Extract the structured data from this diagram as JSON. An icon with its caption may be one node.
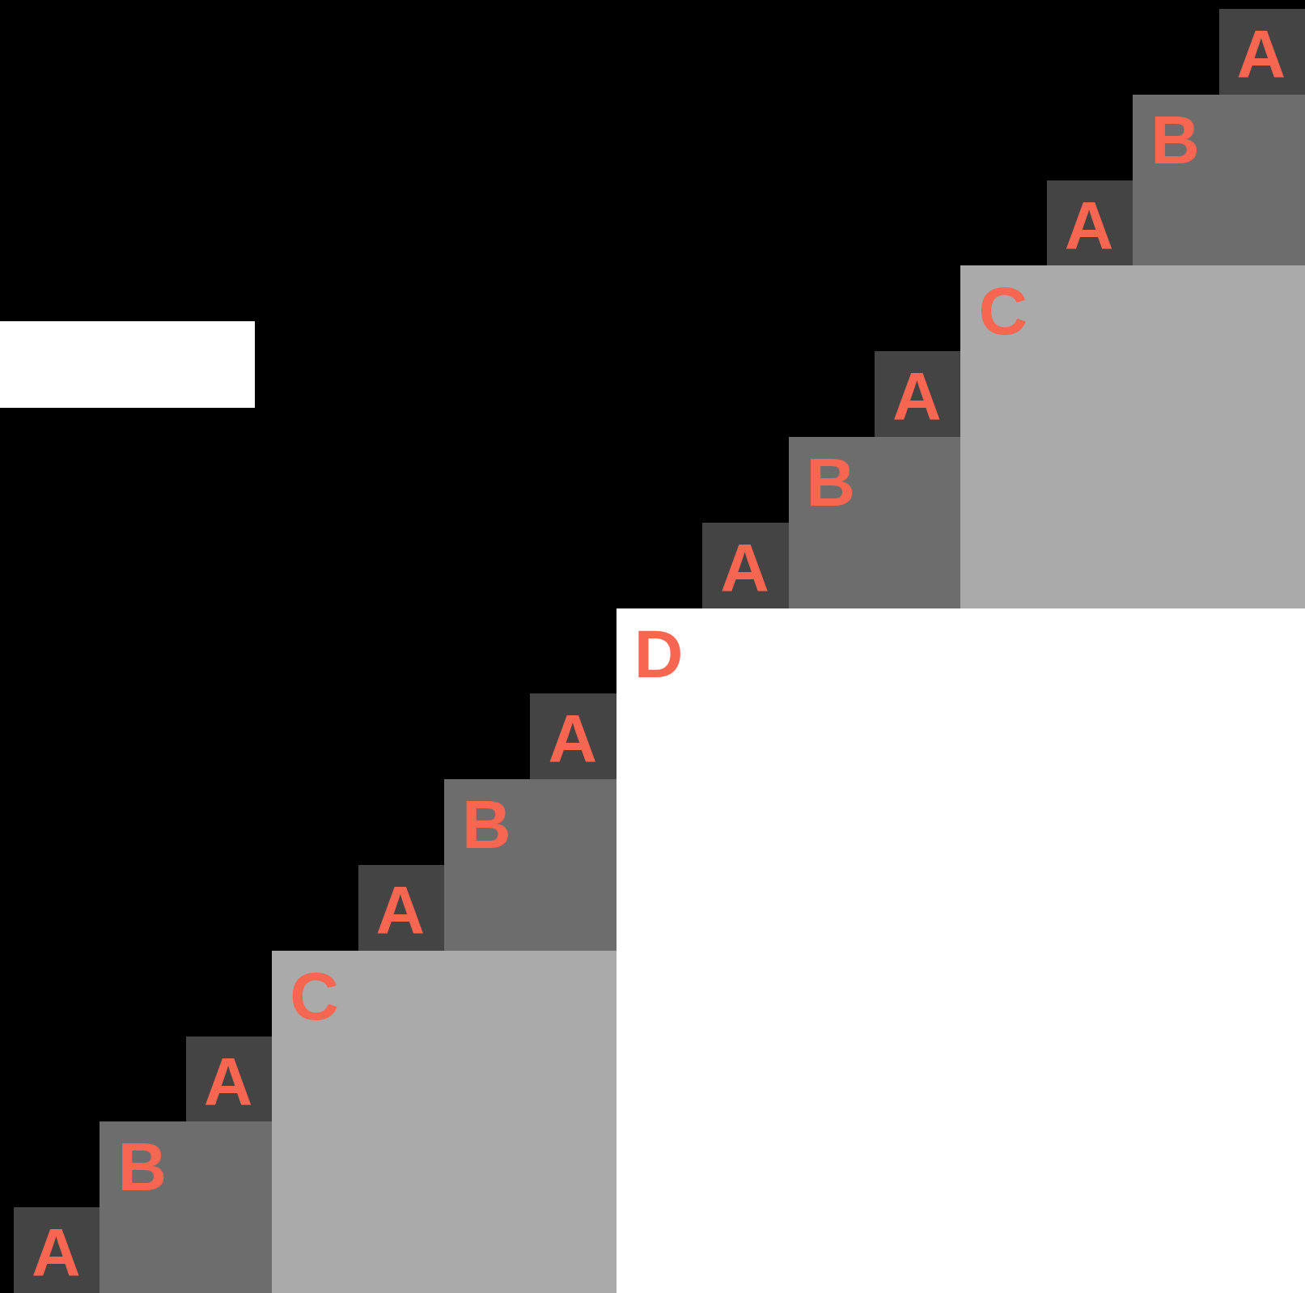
{
  "diagram": {
    "nodes": [
      {
        "text": [
          "A"
        ]
      },
      {
        "text": [
          "B"
        ]
      },
      {
        "text": [
          "A"
        ]
      },
      {
        "text": [
          "C"
        ]
      },
      {
        "text": [],
        "shape": "bar"
      },
      {
        "text": [
          "A"
        ]
      },
      {
        "text": [
          "B"
        ]
      },
      {
        "text": [
          "A"
        ]
      },
      {
        "text": [
          "D"
        ]
      },
      {
        "text": [
          "A"
        ]
      },
      {
        "text": [
          "B"
        ]
      },
      {
        "text": [
          "A"
        ]
      },
      {
        "text": [
          "C"
        ]
      },
      {
        "text": [
          "A"
        ]
      },
      {
        "text": [
          "B"
        ]
      },
      {
        "text": [
          "A"
        ]
      }
    ]
  }
}
